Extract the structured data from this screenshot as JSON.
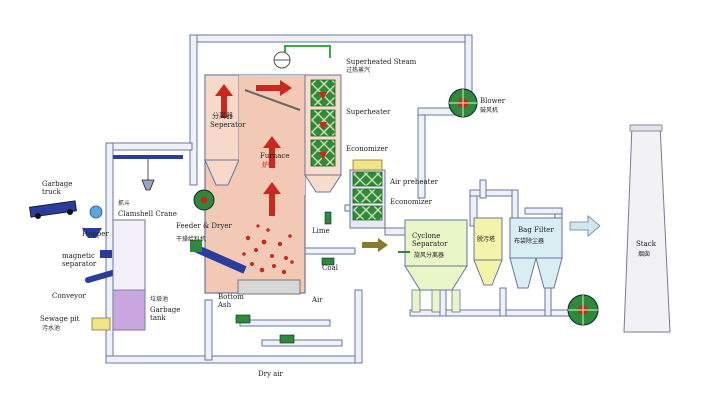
{
  "labels": {
    "superheated_steam_en": "Superheated Steam",
    "superheated_steam_zh": "过热蒸汽",
    "separator_zh": "分离器",
    "separator_en": "Seperator",
    "furnace_en": "Furnace",
    "furnace_zh": "炉膛",
    "superheater": "Superheater",
    "economizer_top": "Economizer",
    "blower_en": "Blower",
    "blower_zh": "鼓风机",
    "air_preheater": "Air preheater",
    "economizer_bottom": "Economizer",
    "garbage_truck": "Garbage truck",
    "hopper": "Hopper",
    "crane_zh": "抓斗",
    "clamshell_crane": "Clamshell Crane",
    "feeder_dryer": "Feeder & Dryer",
    "feeder_zh": "干燥给料机",
    "magnetic_separator": "magnetic separator",
    "conveyor": "Conveyor",
    "garbage_tank_zh": "垃圾池",
    "garbage_tank_en": "Garbage tank",
    "sewage_pit_en": "Sewage pit",
    "sewage_pit_zh": "污水池",
    "lime": "Lime",
    "coal": "Coal",
    "bottom_ash": "Bottom Ash",
    "air": "Air",
    "dry_air": "Dry air",
    "cyclone_en": "Cyclone Separator",
    "cyclone_zh": "旋风分离器",
    "desulfurizer_zh": "脱污塔",
    "bag_filter_en": "Bag Filter",
    "bag_filter_zh": "布袋除尘器",
    "stack_en": "Stack",
    "stack_zh": "烟囱"
  },
  "colors": {
    "pipe_fill": "#eef1f8",
    "pipe_stroke": "#6a75a0",
    "furnace_fill": "#f2c9b4",
    "arrow_red": "#c8281e",
    "hx_fill": "#2f8a3a",
    "vessel_fill": "#e9f7c8",
    "filter_fill": "#d8eef2",
    "fan_fill": "#2e8a3a",
    "conveyor_fill": "#2a3d9c"
  }
}
